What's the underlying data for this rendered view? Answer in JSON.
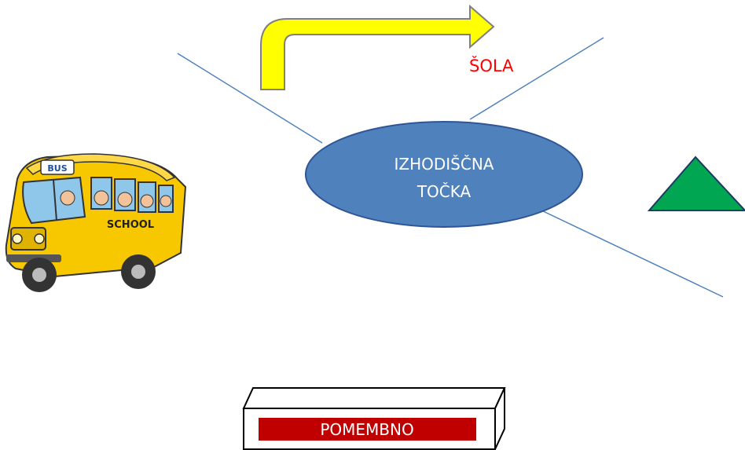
{
  "center_node": {
    "line1": "IZHODIŠČNA",
    "line2": "TOČKA"
  },
  "destination_label": "ŠOLA",
  "important_label": "POMEMBNO",
  "bus_sign": "BUS",
  "bus_side_text": "SCHOOL",
  "colors": {
    "ellipse_fill": "#4f81bd",
    "ellipse_stroke": "#2f5597",
    "arrow_fill": "#ffff00",
    "arrow_stroke": "#7f7f7f",
    "destination_text": "#ff0000",
    "triangle_fill": "#00a651",
    "triangle_stroke": "#1f3864",
    "line": "#4a7ebb",
    "banner_fill": "#c00000",
    "banner_text": "#ffffff",
    "bus_yellow": "#f7c800"
  }
}
